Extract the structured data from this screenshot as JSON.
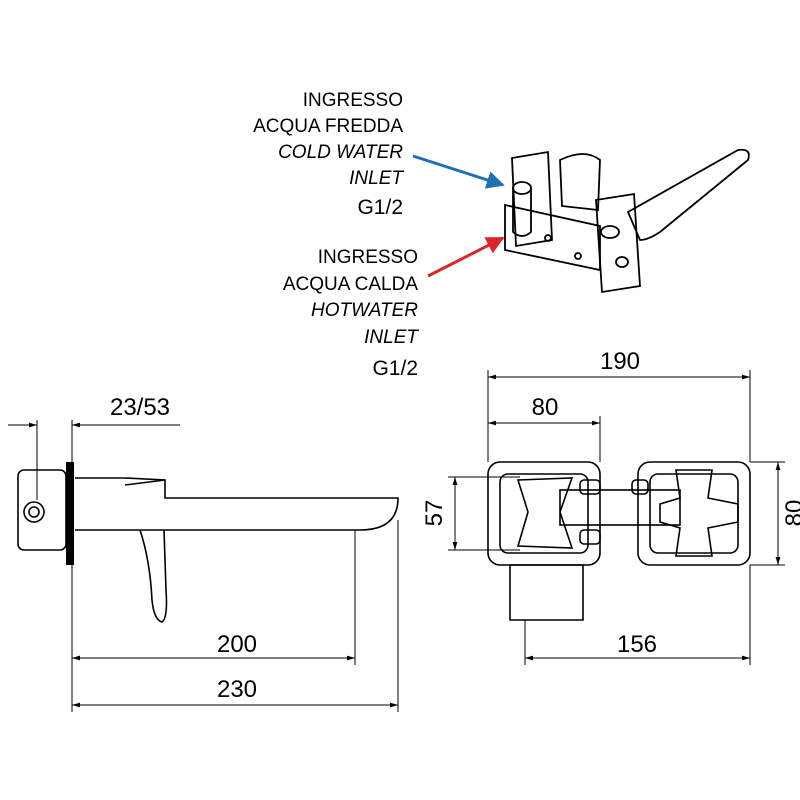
{
  "cold_inlet": {
    "lines": [
      "INGRESSO",
      "ACQUA FREDDA",
      "COLD WATER",
      "INLET"
    ],
    "thread": "G1/2",
    "arrow_color": "#1f6fb5"
  },
  "hot_inlet": {
    "lines": [
      "INGRESSO",
      "ACQUA CALDA",
      "HOTWATER",
      "INLET"
    ],
    "thread": "G1/2",
    "arrow_color": "#d9262b"
  },
  "side_view": {
    "dim_wall": "23/53",
    "dim_200": "200",
    "dim_230": "230"
  },
  "top_view": {
    "dim_190": "190",
    "dim_80_width": "80",
    "dim_57": "57",
    "dim_80_height": "80",
    "dim_156": "156"
  }
}
